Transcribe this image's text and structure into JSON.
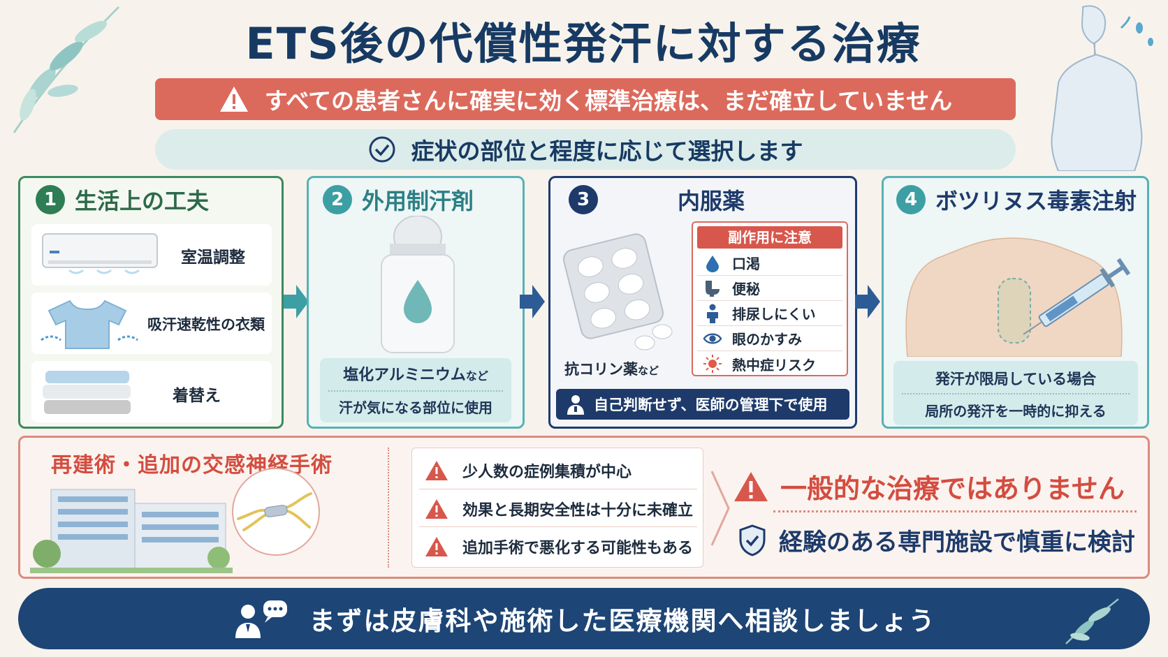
{
  "header": {
    "title": "ETS後の代償性発汗に対する治療",
    "warning": "すべての患者さんに確実に効く標準治療は、まだ確立していません",
    "selection": "症状の部位と程度に応じて選択します"
  },
  "cards": [
    {
      "number": "1",
      "title": "生活上の工夫",
      "items": [
        "室温調整",
        "吸汗速乾性の衣類",
        "着替え"
      ]
    },
    {
      "number": "2",
      "title": "外用制汗剤",
      "caption_main": "塩化アルミニウム",
      "caption_suffix": "など",
      "caption_sub": "汗が気になる部位に使用"
    },
    {
      "number": "3",
      "title": "内服薬",
      "side_effects_title": "副作用に注意",
      "side_effects": [
        "口渇",
        "便秘",
        "排尿しにくい",
        "眼のかすみ",
        "熱中症リスク"
      ],
      "drug_main": "抗コリン薬",
      "drug_suffix": "など",
      "doctor_note": "自己判断せず、医師の管理下で使用"
    },
    {
      "number": "4",
      "title": "ボツリヌス毒素注射",
      "caption_main": "発汗が限局している場合",
      "caption_sub": "局所の発汗を一時的に抑える"
    }
  ],
  "surgery": {
    "title": "再建術・追加の交感神経手術",
    "risks": [
      "少人数の症例集積が中心",
      "効果と長期安全性は十分に未確立",
      "追加手術で悪化する可能性もある"
    ],
    "not_general": "一般的な治療ではありません",
    "specialist": "経験のある専門施設で慎重に検討"
  },
  "banner": "まずは皮膚科や施術した医療機関へ相談しましょう",
  "colors": {
    "navy": "#1d3a6a",
    "red": "#dc6a5c",
    "green": "#2f7d55",
    "teal": "#3c9fa4"
  }
}
